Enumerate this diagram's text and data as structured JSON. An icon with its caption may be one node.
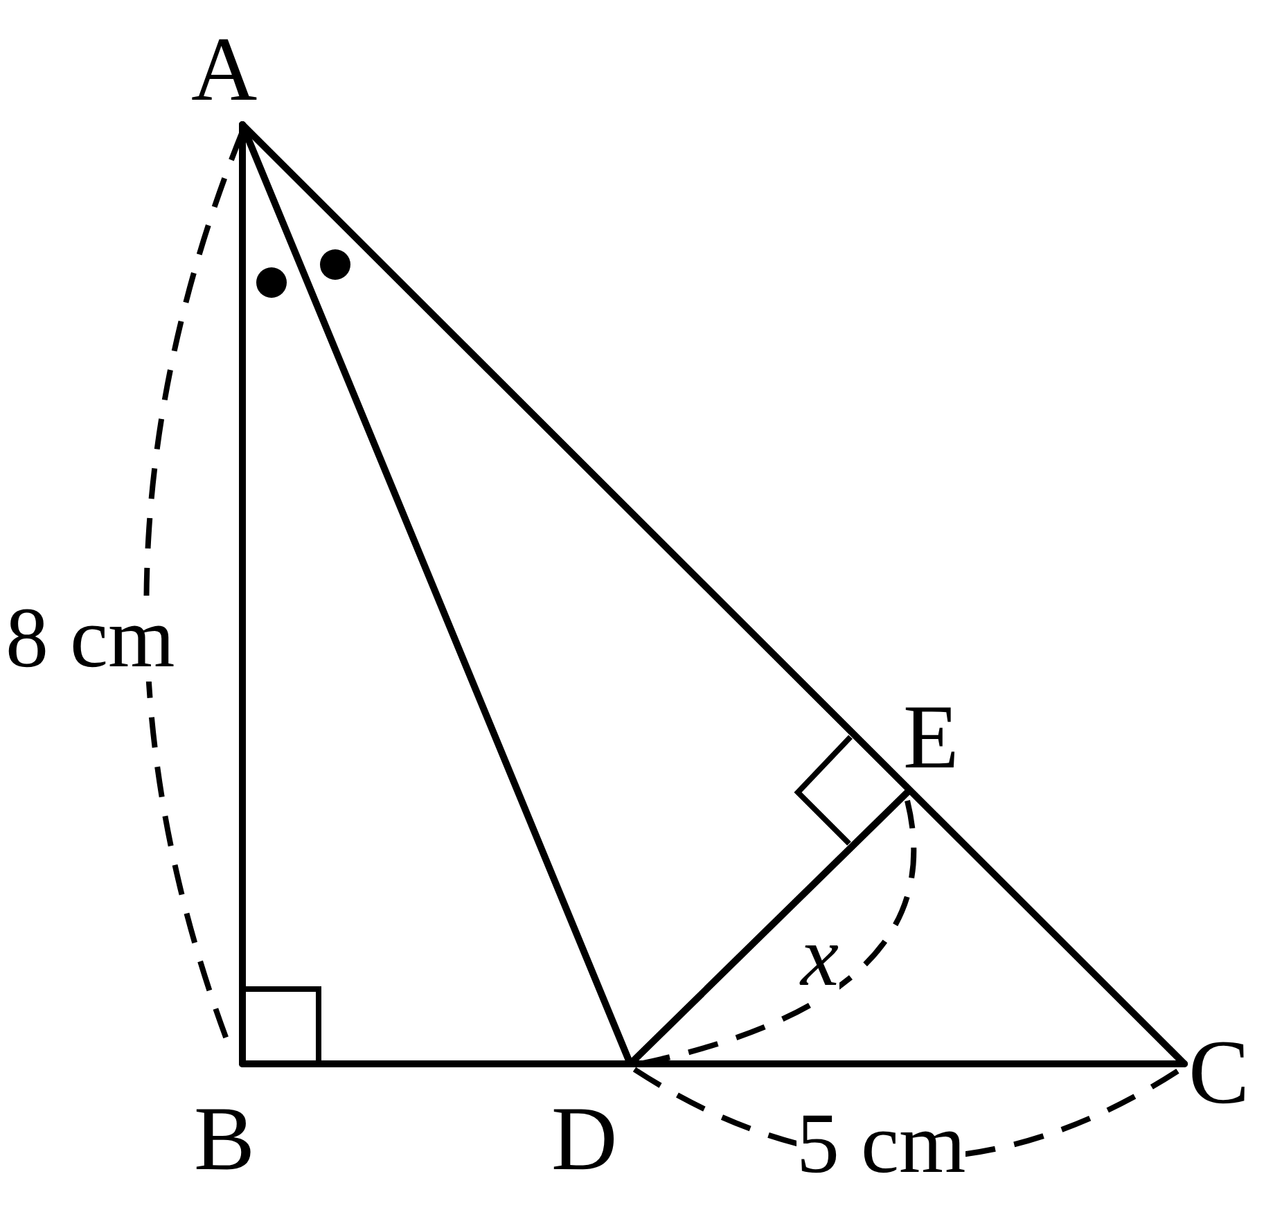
{
  "diagram": {
    "nodes": [
      {
        "text": [
          "A"
        ]
      },
      {
        "text": [
          "B"
        ]
      },
      {
        "text": [
          "C"
        ]
      },
      {
        "text": [
          "D"
        ]
      },
      {
        "text": [
          "E"
        ]
      }
    ],
    "edges": [
      {
        "from": 0,
        "to": 1,
        "arrow": "none"
      },
      {
        "from": 1,
        "to": 2,
        "arrow": "none"
      },
      {
        "from": 0,
        "to": 2,
        "arrow": "none"
      },
      {
        "from": 0,
        "to": 3,
        "arrow": "none"
      },
      {
        "from": 3,
        "to": 4,
        "arrow": "none"
      }
    ],
    "labels": [
      "8 cm",
      "x",
      "5 cm"
    ]
  }
}
